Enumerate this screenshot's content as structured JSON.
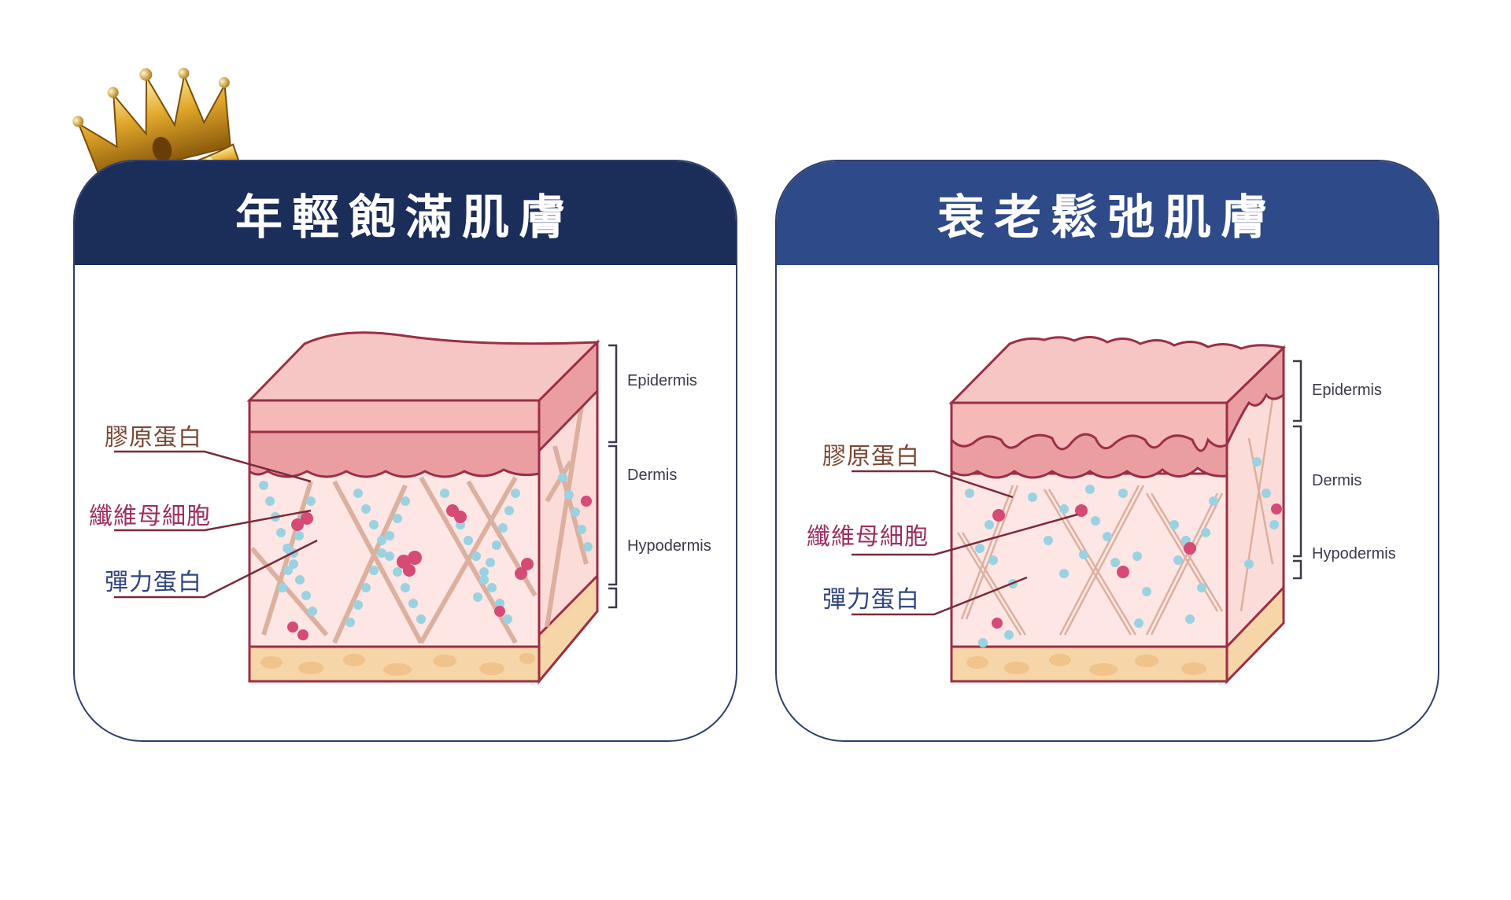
{
  "panels": [
    {
      "title": "年輕飽滿肌膚",
      "labels": {
        "collagen": "膠原蛋白",
        "fibroblast": "纖維母細胞",
        "elastin": "彈力蛋白"
      },
      "layers": {
        "epidermis": "Epidermis",
        "dermis": "Dermis",
        "hypodermis": "Hypodermis"
      }
    },
    {
      "title": "衰老鬆弛肌膚",
      "labels": {
        "collagen": "膠原蛋白",
        "fibroblast": "纖維母細胞",
        "elastin": "彈力蛋白"
      },
      "layers": {
        "epidermis": "Epidermis",
        "dermis": "Dermis",
        "hypodermis": "Hypodermis"
      }
    }
  ],
  "colors": {
    "header_young": "#1b2d59",
    "header_aged": "#2e4a88",
    "skin_top": "#f6c6c4",
    "skin_layer": "#ea9ea2",
    "dermis": "#fde6e4",
    "fat": "#f6d5a8",
    "collagen_fiber": "#d9ab98",
    "elastin_bead": "#9ad2e2",
    "fibroblast": "#d64a76"
  },
  "icons": [
    "crown-icon"
  ]
}
